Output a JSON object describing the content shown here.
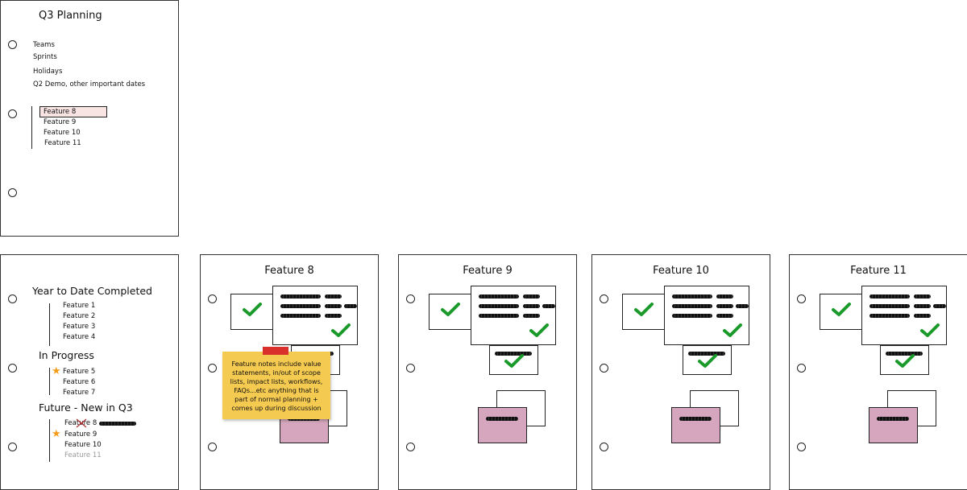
{
  "overview_page": {
    "title": "Q3 Planning",
    "items": [
      "Teams",
      "Sprints",
      "Holidays",
      "Q2 Demo, other important dates"
    ],
    "features": [
      "Feature 8",
      "Feature 9",
      "Feature 10",
      "Feature 11"
    ],
    "selected_feature": "Feature 8"
  },
  "status_page": {
    "sections": [
      {
        "heading": "Year to Date Completed",
        "items": [
          "Feature 1",
          "Feature 2",
          "Feature 3",
          "Feature 4"
        ]
      },
      {
        "heading": "In Progress",
        "items": [
          "Feature 5",
          "Feature 6",
          "Feature 7"
        ],
        "starred": "Feature 5"
      },
      {
        "heading": "Future - New in Q3",
        "items": [
          "Feature 8",
          "Feature 9",
          "Feature 10",
          "Feature 11"
        ],
        "starred": "Feature 9",
        "crossed": "Feature 8",
        "greyed": "Feature 11"
      }
    ]
  },
  "feature_pages": [
    {
      "title": "Feature 8",
      "sticky_note": "Feature notes include value statements, in/out of scope lists, impact lists, workflows, FAQs...etc anything that is part of normal planning + comes up during discussion"
    },
    {
      "title": "Feature 9"
    },
    {
      "title": "Feature 10"
    },
    {
      "title": "Feature 11"
    }
  ],
  "colors": {
    "check": "#1a9a2a",
    "pink": "#d5a6bd",
    "sticky": "#f5ca50",
    "tape": "#d9302c",
    "star": "#f39c1a",
    "greyed": "#9a9a9a"
  }
}
